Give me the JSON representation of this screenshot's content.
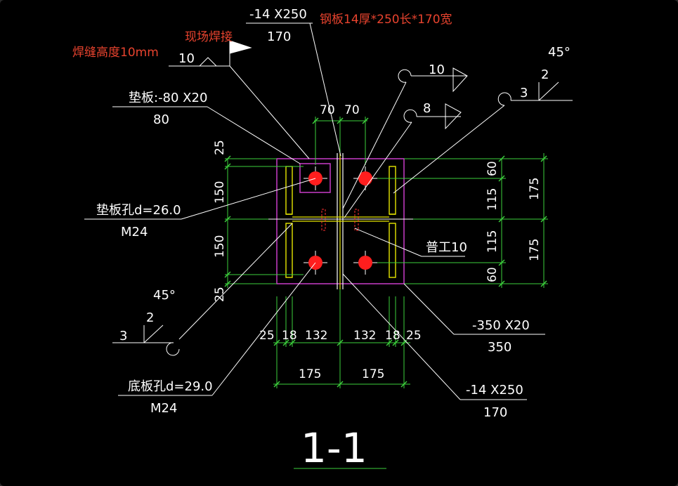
{
  "drawing": {
    "title": "1-1",
    "annotations": {
      "plate_spec_top": "-14 X250",
      "plate_spec_top_sub": "170",
      "plate_note_cn": "钢板14厚*250长*170宽",
      "field_weld": "现场焊接",
      "weld_height": "焊缝高度10mm",
      "weld_size_top": "10",
      "pad_spec": "垫板:-80 X20",
      "pad_spec_sub": "80",
      "weld_sym_10": "10",
      "weld_sym_8": "8",
      "weld_sym_3_top": "3",
      "weld_sym_2_top": "2",
      "angle_top": "45°",
      "pad_hole": "垫板孔d=26.0",
      "pad_hole_sub": "M24",
      "channel": "普工10",
      "angle_left": "45°",
      "weld_sym_2_left": "2",
      "weld_sym_3_left": "3",
      "base_spec": "-350 X20",
      "base_spec_sub": "350",
      "base_hole": "底板孔d=29.0",
      "base_hole_sub": "M24",
      "plate_spec_bottom": "-14 X250",
      "plate_spec_bottom_sub": "170"
    },
    "dimensions": {
      "top": [
        "70",
        "70"
      ],
      "left": [
        "25",
        "150",
        "150",
        "25"
      ],
      "right_inner": [
        "60",
        "115",
        "115",
        "60"
      ],
      "right_outer": [
        "175",
        "175"
      ],
      "bottom_row1": [
        "25",
        "18",
        "132",
        "132",
        "18",
        "25"
      ],
      "bottom_row2": [
        "175",
        "175"
      ]
    },
    "colors": {
      "background": "#000000",
      "line": "#ffffff",
      "dimension": "#3dd13d",
      "plate": "#c83cc8",
      "bolt": "#ff1e1e",
      "stiffener": "#e6e600",
      "note": "#e8432e"
    }
  }
}
